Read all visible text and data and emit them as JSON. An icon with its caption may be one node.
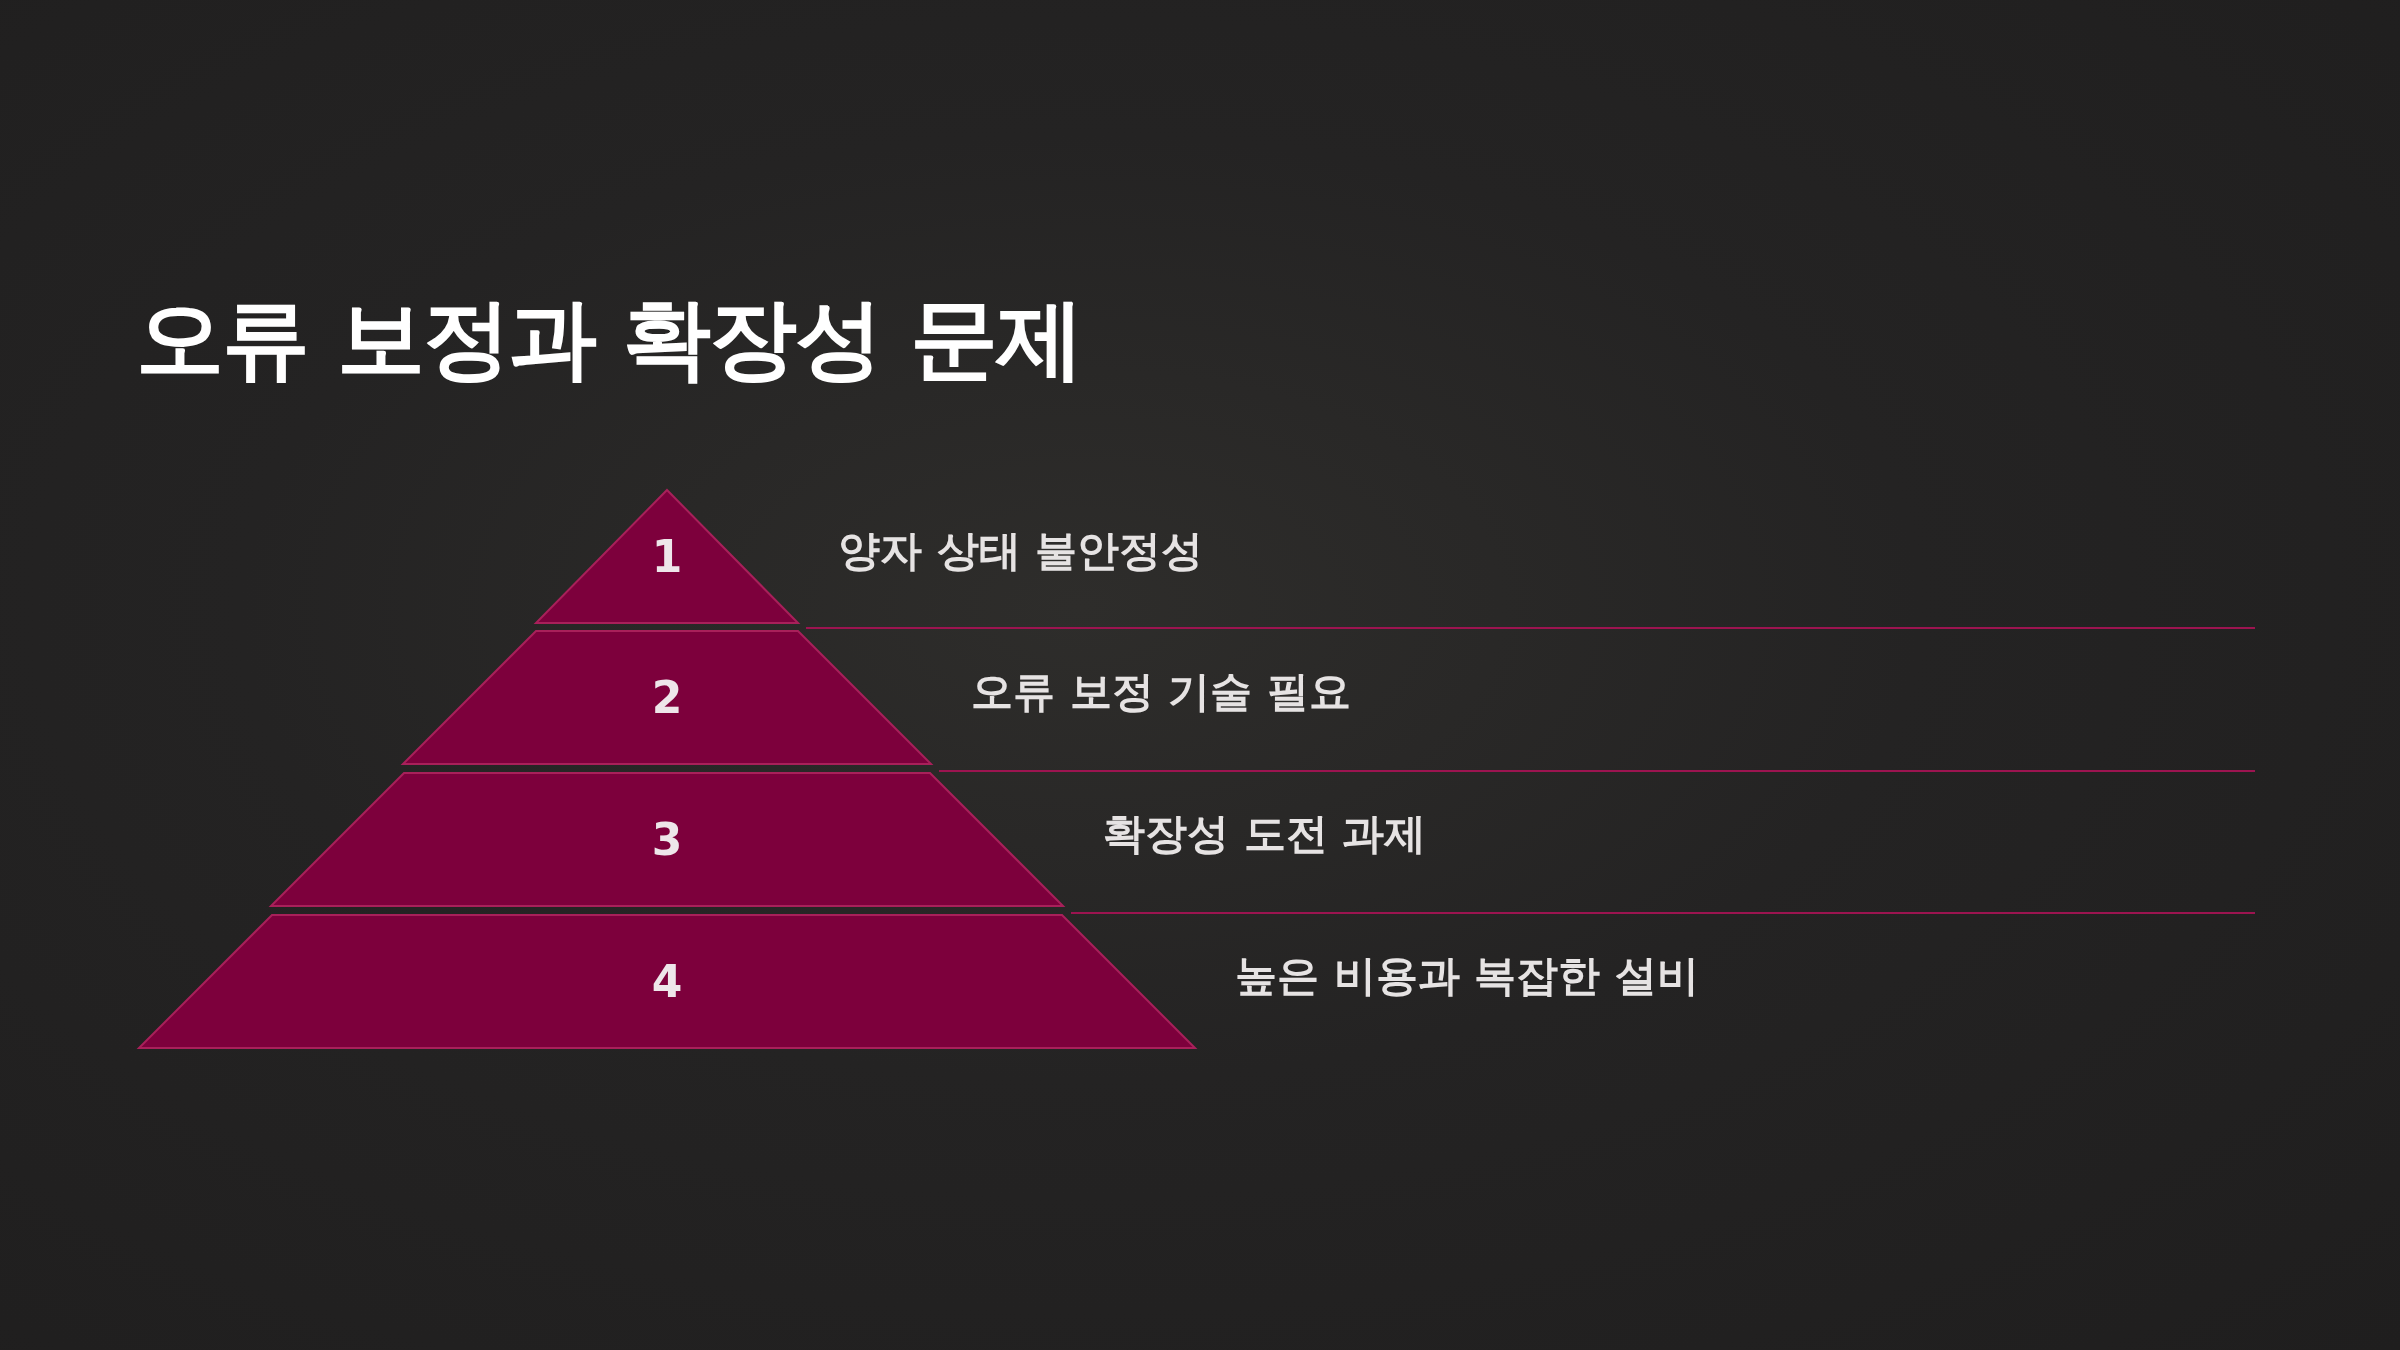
{
  "diagram": {
    "title": "오류 보정과 확장성 문제",
    "nodes": [
      {
        "text": [
          "1"
        ],
        "beside": [
          "양자 상태 불안정성"
        ]
      },
      {
        "text": [
          "2"
        ],
        "beside": [
          "오류 보정 기술 필요"
        ]
      },
      {
        "text": [
          "3"
        ],
        "beside": [
          "확장성 도전 과제"
        ]
      },
      {
        "text": [
          "4"
        ],
        "beside": [
          "높은 비용과 복잡한 설비"
        ]
      }
    ]
  }
}
